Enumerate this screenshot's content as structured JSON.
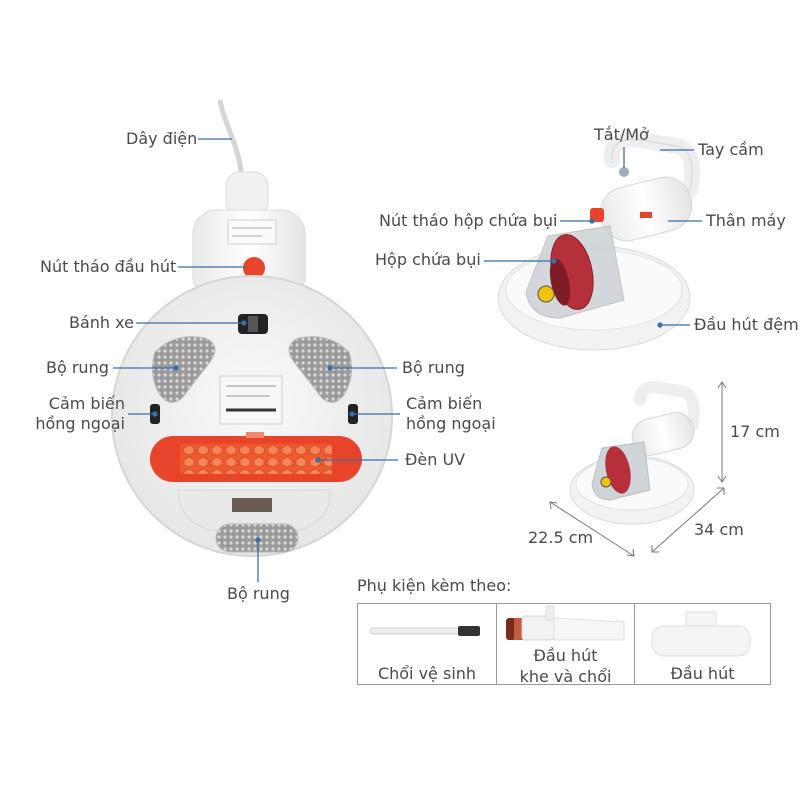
{
  "labels": {
    "cord": "Dây điện",
    "head_release": "Nút tháo đầu hút",
    "wheel": "Bánh xe",
    "vibrator_left": "Bộ rung",
    "vibrator_right": "Bộ rung",
    "vibrator_bottom": "Bộ rung",
    "ir_sensor_left_1": "Cảm biến",
    "ir_sensor_left_2": "hồng ngoại",
    "ir_sensor_right_1": "Cảm biến",
    "ir_sensor_right_2": "hồng ngoại",
    "uv_lamp": "Đèn UV",
    "power": "Tắt/Mở",
    "handle": "Tay cầm",
    "bin_release": "Nút tháo hộp chứa bụi",
    "body": "Thân máy",
    "dust_bin": "Hộp chứa bụi",
    "mattress_head": "Đầu hút đệm"
  },
  "dimensions": {
    "height": "17 cm",
    "width": "22.5 cm",
    "length": "34 cm"
  },
  "accessories": {
    "title": "Phụ kiện kèm theo:",
    "items": [
      {
        "label": "Chổi vệ sinh"
      },
      {
        "label_1": "Đầu hút",
        "label_2": "khe và chổi"
      },
      {
        "label": "Đầu hút"
      }
    ]
  },
  "colors": {
    "accent_red": "#e8442a",
    "leader_blue": "#3a6ea5",
    "body_white": "#f2f2f2",
    "bin_red": "#b5303a"
  }
}
